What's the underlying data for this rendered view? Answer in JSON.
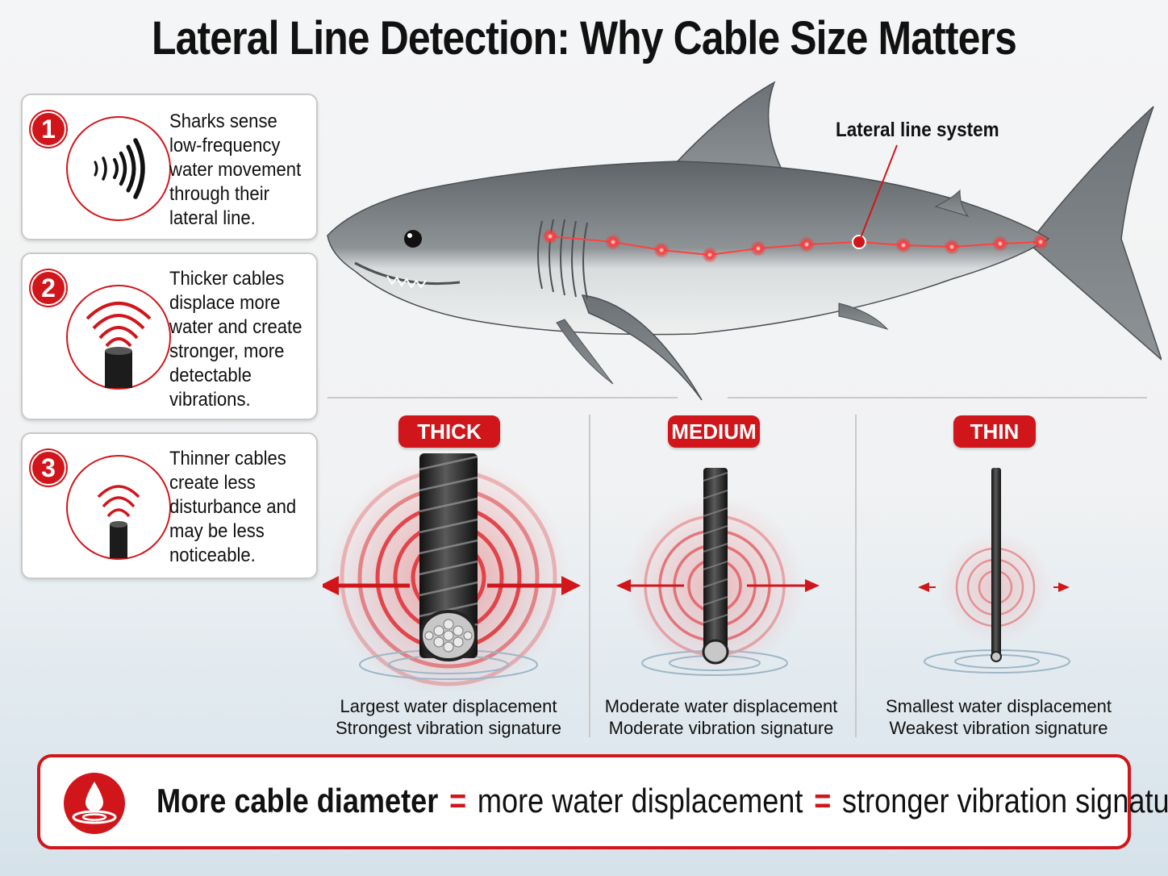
{
  "title": "Lateral Line Detection: Why Cable Size Matters",
  "colors": {
    "accent_red": "#d0161b",
    "shark_gray": "#7d8285",
    "cable_black": "#1c1c1c"
  },
  "cards": [
    {
      "number": "1",
      "icon": "sound-waves-icon",
      "text": "Sharks sense low-frequency water movement through their lateral line."
    },
    {
      "number": "2",
      "icon": "thick-cable-vibration-icon",
      "text": "Thicker cables displace more water and create stronger, more detectable vibrations."
    },
    {
      "number": "3",
      "icon": "thin-cable-vibration-icon",
      "text": "Thinner cables create less disturbance and may be less noticeable."
    }
  ],
  "shark": {
    "lateral_line_label": "Lateral line system"
  },
  "cables": [
    {
      "tag": "THICK",
      "caption_line1": "Largest water displacement",
      "caption_line2": "Strongest vibration signature"
    },
    {
      "tag": "MEDIUM",
      "caption_line1": "Moderate water displacement",
      "caption_line2": "Moderate vibration signature"
    },
    {
      "tag": "THIN",
      "caption_line1": "Smallest water displacement",
      "caption_line2": "Weakest vibration signature"
    }
  ],
  "summary": {
    "icon": "water-drop-ripple-icon",
    "part1": "More cable diameter",
    "equals1": "=",
    "part2": "more water displacement",
    "equals2": "=",
    "part3": "stronger vibration signature."
  }
}
